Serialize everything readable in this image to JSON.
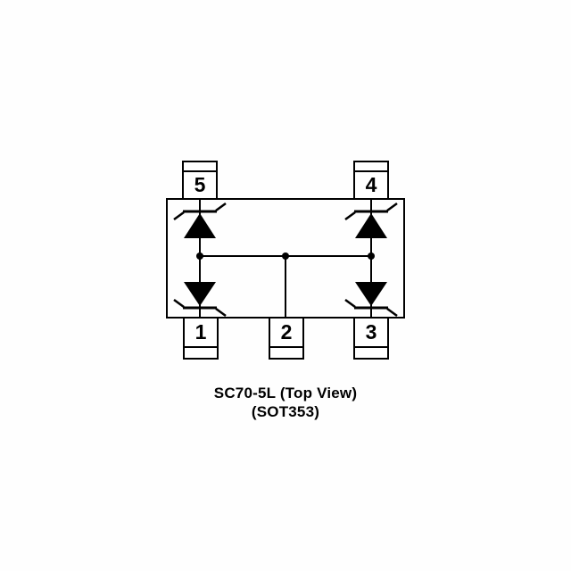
{
  "figure": {
    "caption_line1": "SC70-5L (Top View)",
    "caption_line2": "(SOT353)"
  },
  "package": {
    "name": "SC70-5L",
    "alt_name": "SOT353",
    "view": "Top View",
    "pins": {
      "p1": "1",
      "p2": "2",
      "p3": "3",
      "p4": "4",
      "p5": "5"
    },
    "internal_circuit": {
      "description": "Two back-to-back zener (TVS) diode pairs; pin 5 to pin 1 and pin 4 to pin 3, midpoints joined by a common rail connected to pin 2",
      "diodes": [
        {
          "id": "left-top",
          "type": "zener",
          "cathode_toward": "pin 5"
        },
        {
          "id": "left-bottom",
          "type": "zener",
          "cathode_toward": "pin 1"
        },
        {
          "id": "right-top",
          "type": "zener",
          "cathode_toward": "pin 4"
        },
        {
          "id": "right-bottom",
          "type": "zener",
          "cathode_toward": "pin 3"
        }
      ]
    }
  },
  "colors": {
    "line": "#000000",
    "fill": "#000000",
    "background": "#ffffff"
  }
}
